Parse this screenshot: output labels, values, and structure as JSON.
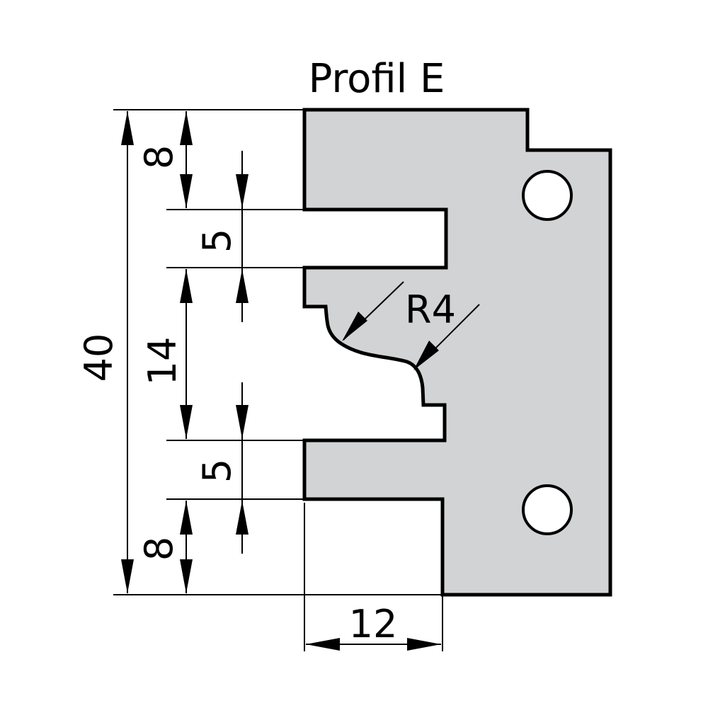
{
  "title": "Profil E",
  "dimensions": {
    "total_height": "40",
    "top_segment": "8",
    "upper_groove": "5",
    "middle_segment": "14",
    "lower_groove": "5",
    "bottom_segment": "8",
    "width": "12",
    "radius": "R4"
  },
  "colors": {
    "profile_fill": "#d1d3d4",
    "line": "#000000",
    "background": "#ffffff"
  }
}
